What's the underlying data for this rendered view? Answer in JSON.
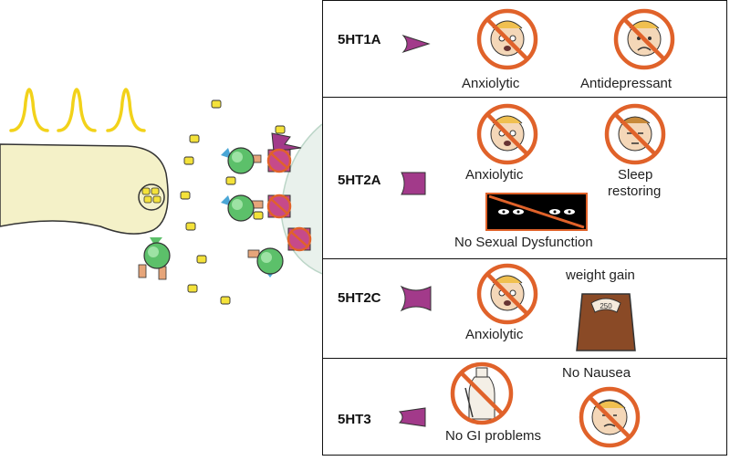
{
  "receptors": [
    {
      "name": "5HT1A",
      "effects": [
        "Anxiolytic",
        "Antidepressant"
      ]
    },
    {
      "name": "5HT2A",
      "effects": [
        "Anxiolytic",
        "Sleep restoring",
        "No Sexual Dysfunction"
      ]
    },
    {
      "name": "5HT2C",
      "effects": [
        "Anxiolytic",
        "weight gain"
      ]
    },
    {
      "name": "5HT3",
      "effects": [
        "No Nausea",
        "No GI problems"
      ]
    }
  ],
  "labels": {
    "r1": "5HT1A",
    "r1_cap1": "Anxiolytic",
    "r1_cap2": "Antidepressant",
    "r2": "5HT2A",
    "r2_cap1": "Anxiolytic",
    "r2_cap2a": "Sleep",
    "r2_cap2b": "restoring",
    "r2_cap3": "No Sexual Dysfunction",
    "r3": "5HT2C",
    "r3_cap1": "Anxiolytic",
    "r3_cap2": "weight gain",
    "r3_scale": "250",
    "r4": "5HT3",
    "r4_cap1": "No Nausea",
    "r4_cap2": "No GI problems"
  },
  "colors": {
    "receptor": "#a23a8a",
    "prohibition": "#e0622a",
    "spike": "#f2d21a",
    "neuron": "#f4f1c8",
    "sphere": "#5cc06a",
    "serotonin": "#f4e23a",
    "scale": "#8a4a26"
  }
}
